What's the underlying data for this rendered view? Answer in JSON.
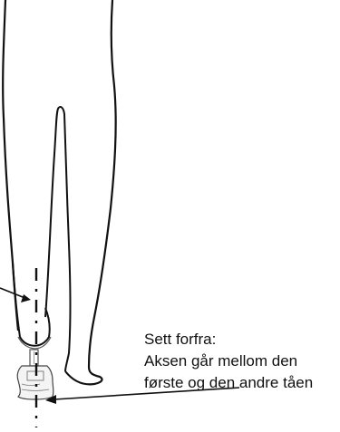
{
  "caption": {
    "heading": "Sett forfra:",
    "line1": "Aksen går mellom den",
    "line2": "første og den andre tåen"
  },
  "colors": {
    "stroke": "#111111",
    "background": "#ffffff",
    "prosthesis_stroke": "#555555"
  },
  "icons": {
    "axis": "dash-dot-line",
    "pointer": "arrow"
  }
}
